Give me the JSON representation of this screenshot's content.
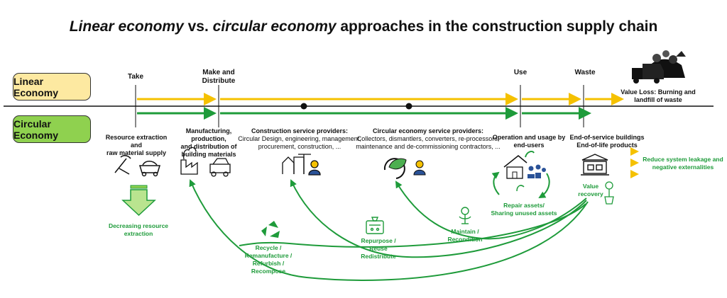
{
  "title": {
    "part1": "Linear economy",
    "part2": " vs. ",
    "part3": "circular economy",
    "part4": " approaches in the construction supply chain"
  },
  "rows": {
    "linear": "Linear Economy",
    "circular": "Circular Economy"
  },
  "stages": {
    "take": "Take",
    "make_line1": "Make and",
    "make_line2": "Distribute",
    "use": "Use",
    "waste": "Waste"
  },
  "value_loss": {
    "line1": "Value Loss: Burning and",
    "line2": "landfill of waste"
  },
  "boxes": {
    "resource": [
      "Resource extraction and",
      "raw material supply"
    ],
    "manufacturing": [
      "Manufacturing, production,",
      "and distribution of",
      "building materials"
    ],
    "construction_title": "Construction service providers:",
    "construction_desc": [
      "Circular Design, engineering, management,",
      "procurement, construction, ..."
    ],
    "circular_title": "Circular  economy service providers:",
    "circular_desc": [
      "Collectors, dismantlers, converters, re-processors,",
      "maintenance and de-commissioning contractors, ..."
    ],
    "operation": [
      "Operation and usage by",
      "end-users"
    ],
    "end_of_service": [
      "End-of-service buildings",
      "End-of-life products"
    ]
  },
  "green_labels": {
    "decreasing": [
      "Decreasing resource",
      "extraction"
    ],
    "recycle": [
      "Recycle /",
      "Remanufacture /",
      "Refurbish /",
      "Recompose"
    ],
    "repurpose": [
      "Repurpose /",
      "Reuse",
      "Redistribute"
    ],
    "maintain": [
      "Maintain /",
      "Recondition"
    ],
    "repair": [
      "Repair assets/",
      "Sharing unused assets"
    ],
    "value_recovery": [
      "Value",
      "recovery"
    ],
    "reduce": [
      "Reduce system leakage and",
      "negative externalities"
    ]
  },
  "colors": {
    "linear_arrow": "#f5c100",
    "circular_arrow": "#1e9b3a",
    "linear_pill": "#fde9a1",
    "circular_pill": "#8fd14f",
    "timeline": "#111111"
  },
  "icons": [
    "mining-icon",
    "factory-icon",
    "construction-worker-icon",
    "circular-economy-worker-icon",
    "house-people-icon",
    "building-disposal-icon",
    "money-plant-icon",
    "landfill-truck-icon",
    "recycle-icon",
    "repurpose-icon",
    "maintain-icon",
    "down-arrow-icon"
  ]
}
